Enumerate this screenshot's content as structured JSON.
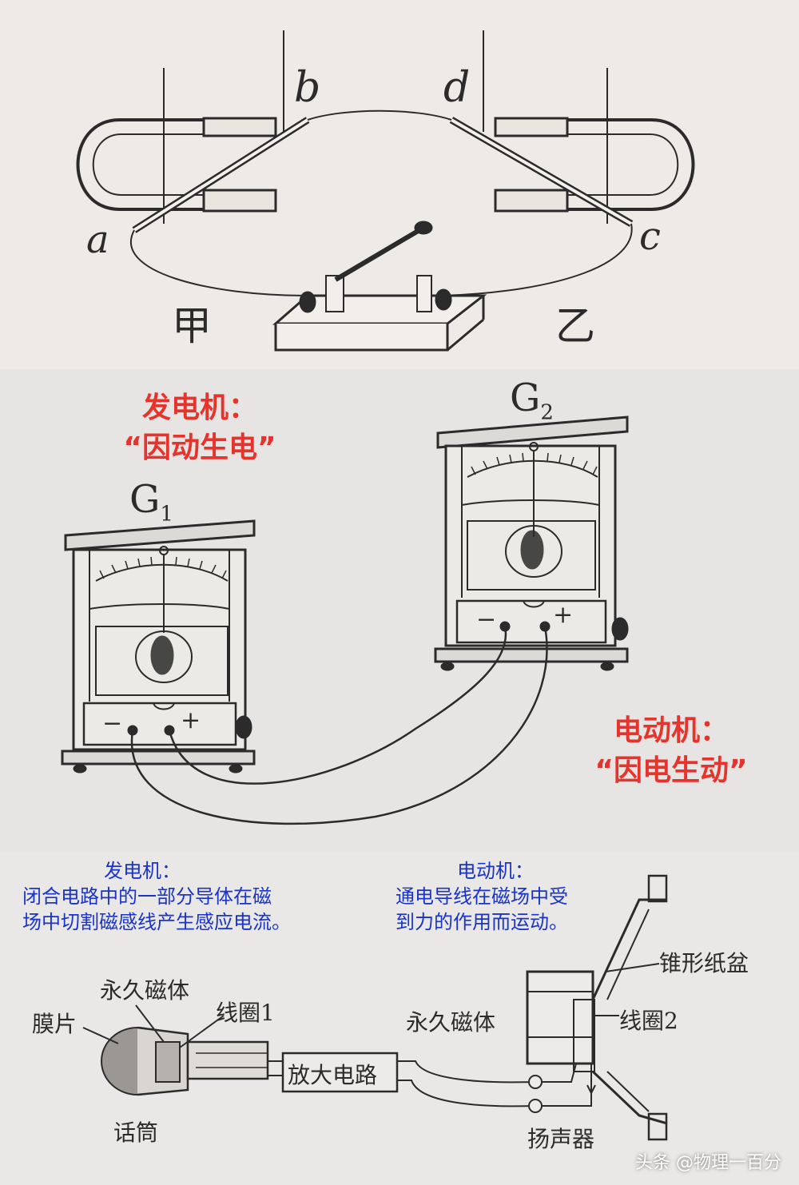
{
  "top": {
    "labels": {
      "a": "a",
      "b": "b",
      "c": "c",
      "d": "d",
      "jia": "甲",
      "yi": "乙"
    }
  },
  "middle": {
    "generator": {
      "title": "发电机：",
      "slogan": "“因动生电”"
    },
    "motor": {
      "title": "电动机：",
      "slogan": "“因电生动”"
    },
    "meters": {
      "g1_name": "G",
      "g1_sub": "1",
      "g2_name": "G",
      "g2_sub": "2",
      "minus": "−",
      "plus": "+"
    }
  },
  "bottom": {
    "generator_note": {
      "title": "发电机：",
      "line1": "闭合电路中的一部分导体在磁",
      "line2": "场中切割磁感线产生感应电流。"
    },
    "motor_note": {
      "title": "电动机：",
      "line1": "通电导线在磁场中受",
      "line2": "到力的作用而运动。"
    },
    "labels": {
      "permanent_magnet_left": "永久磁体",
      "diaphragm": "膜片",
      "coil1": "线圈1",
      "amplifier": "放大电路",
      "microphone": "话筒",
      "permanent_magnet_right": "永久磁体",
      "cone": "锥形纸盆",
      "coil2": "线圈2",
      "speaker": "扬声器"
    }
  },
  "watermark": "头条 @物理一百分",
  "colors": {
    "red_accent": "#e8332c",
    "blue_text": "#1a33c8",
    "ink": "#2b2b2b"
  }
}
